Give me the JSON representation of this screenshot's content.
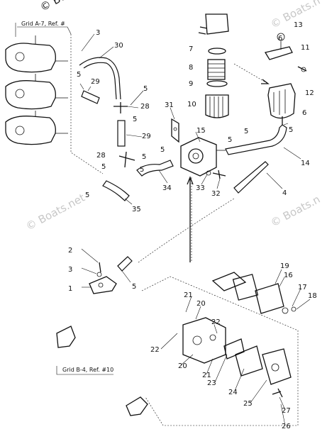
{
  "watermarks": {
    "top": "© Boats.net",
    "right_top": "© Boats.n",
    "middle_left": "© Boats.net",
    "right_middle": "© Boats.n"
  },
  "references": {
    "top": "Grid A-7, Ref. #",
    "bottom": "Grid B-4, Ref. #10"
  },
  "callouts": {
    "c13": "13",
    "c6a": "6",
    "c11": "11",
    "c3a": "3",
    "c30": "30",
    "c7": "7",
    "c8": "8",
    "c9": "9",
    "c10": "10",
    "c12": "12",
    "c5a": "5",
    "c29a": "29",
    "c5b": "5",
    "c28a": "28",
    "c5c": "5",
    "c29b": "29",
    "c31": "31",
    "c15": "15",
    "c6b": "6",
    "c5d": "5",
    "c5e": "5",
    "c5f": "5",
    "c14": "14",
    "c28b": "28",
    "c5g": "5",
    "c5h": "5",
    "c5i": "5",
    "c5j": "5",
    "c34": "34",
    "c33": "33",
    "c32": "32",
    "c4": "4",
    "c35": "35",
    "c5k": "5",
    "c2": "2",
    "c3b": "3",
    "c1": "1",
    "c5l": "5",
    "c19": "19",
    "c16": "16",
    "c17": "17",
    "c18": "18",
    "c21a": "21",
    "c20a": "20",
    "c22a": "22",
    "c22b": "22",
    "c20b": "20",
    "c21b": "21",
    "c23": "23",
    "c24": "24",
    "c25": "25",
    "c27": "27",
    "c26": "26"
  }
}
